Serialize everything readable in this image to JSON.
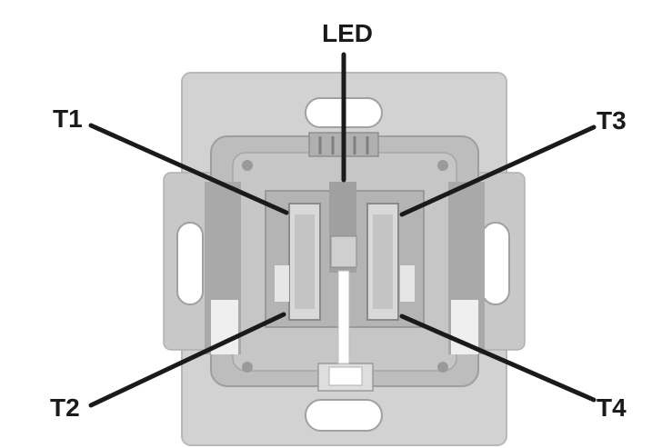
{
  "diagram": {
    "labels": {
      "led": "LED",
      "t1": "T1",
      "t2": "T2",
      "t3": "T3",
      "t4": "T4"
    },
    "colors": {
      "plate": "#c9c9c9",
      "plate_dark": "#a9a9a9",
      "plate_light": "#e1e1e1",
      "leader": "#1a1a1a",
      "text": "#1a1a1a"
    }
  }
}
